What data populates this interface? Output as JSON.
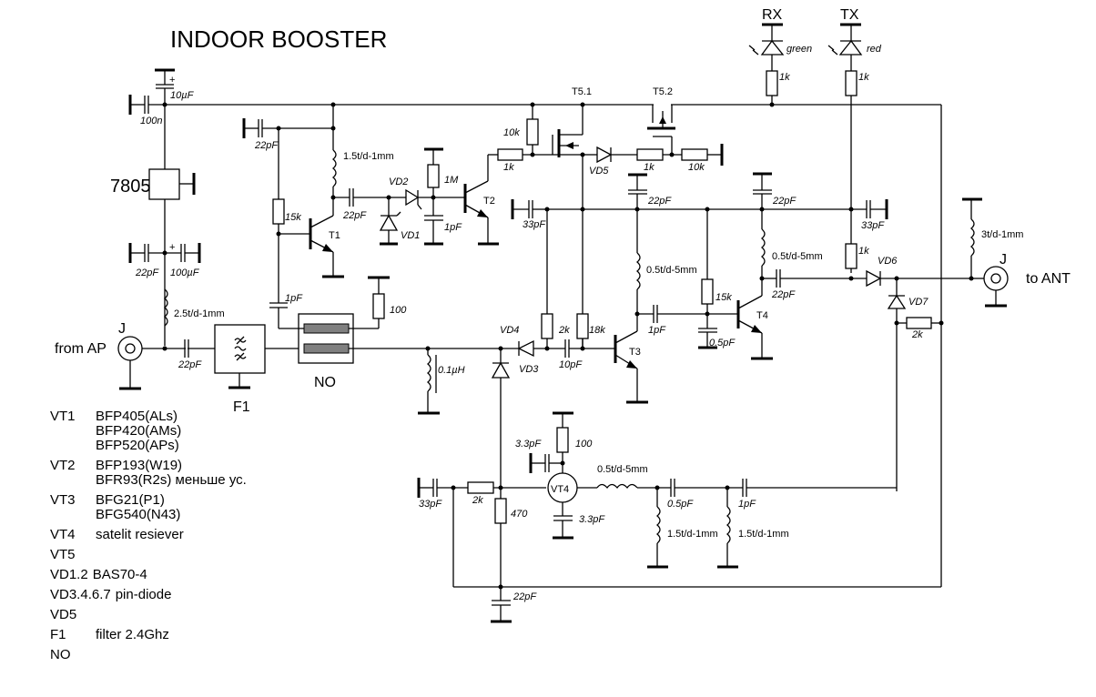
{
  "title": "INDOOR BOOSTER",
  "ports": {
    "input": {
      "connector": "J",
      "label": "from AP"
    },
    "output": {
      "connector": "J",
      "label": "to ANT"
    }
  },
  "indicators": [
    {
      "name": "RX",
      "color_label": "green",
      "resistor": "1k"
    },
    {
      "name": "TX",
      "color_label": "red",
      "resistor": "1k"
    }
  ],
  "components": {
    "regulator": "7805",
    "c_10u": "10µF",
    "c_100n": "100n",
    "c_22p_reg": "22pF",
    "c_100u": "100µF",
    "l_in": "2.5t/d-1mm",
    "c_in": "22pF",
    "filter": "F1",
    "coupler": "NO",
    "c_1p_coupler": "1pF",
    "r_100_coupler": "100",
    "l_01u": "0.1µH",
    "t1": "T1",
    "r_15k_t1": "15k",
    "c_22p_t1": "22pF",
    "l_t1": "1.5t/d-1mm",
    "c_22p_t1out": "22pF",
    "vd1": "VD1",
    "vd2": "VD2",
    "r_1m": "1M",
    "c_1p_t2": "1pF",
    "t2": "T2",
    "r_1k_t2": "1k",
    "r_10k_t5": "10k",
    "t51": "T5.1",
    "t52": "T5.2",
    "vd5": "VD5",
    "r_1k_vd5": "1k",
    "r_10k_gnd": "10k",
    "c_22p_rail1": "22pF",
    "c_22p_rail2": "22pF",
    "c_33p_left": "33pF",
    "c_33p_right": "33pF",
    "r_2k_t3": "2k",
    "r_18k": "18k",
    "c_10p": "10pF",
    "vd3": "VD3",
    "vd4": "VD4",
    "t3": "T3",
    "l_t3": "0.5t/d-5mm",
    "c_1p_t3": "1pF",
    "r_15k_t4": "15k",
    "c_05p_t4": "0.5pF",
    "t4": "T4",
    "l_t4": "0.5t/d-5mm",
    "c_22p_t4out": "22pF",
    "r_1k_vd6": "1k",
    "vd6": "VD6",
    "vd7": "VD7",
    "r_2k_vd7": "2k",
    "l_ant": "3t/d-1mm",
    "vt4": "VT4",
    "c_33p_vt4": "33pF",
    "r_2k_vt4": "2k",
    "r_470": "470",
    "c_22p_bottom": "22pF",
    "c_33p_vt4top": "3.3pF",
    "r_100_vt4": "100",
    "c_33p_vt4bot": "3.3pF",
    "l_vt4": "0.5t/d-5mm",
    "c_05p_vt4": "0.5pF",
    "c_1p_vt4": "1pF",
    "l_vt4_a": "1.5t/d-1mm",
    "l_vt4_b": "1.5t/d-1mm"
  },
  "parts_list": [
    {
      "ref": "VT1",
      "values": [
        "BFP405(ALs)",
        "BFP420(AMs)",
        "BFP520(APs)"
      ]
    },
    {
      "ref": "VT2",
      "values": [
        "BFP193(W19)",
        "BFR93(R2s) меньше ус."
      ]
    },
    {
      "ref": "VT3",
      "values": [
        "BFG21(P1)",
        "BFG540(N43)"
      ]
    },
    {
      "ref": "VT4",
      "values": [
        "satelit resiever"
      ]
    },
    {
      "ref": "VT5",
      "values": [
        ""
      ]
    },
    {
      "ref": "VD1.2",
      "values": [
        "BAS70-4"
      ],
      "single": true
    },
    {
      "ref": "VD3.4.6.7",
      "values": [
        "pin-diode"
      ],
      "single": true
    },
    {
      "ref": "VD5",
      "values": [
        ""
      ]
    },
    {
      "ref": "F1",
      "values": [
        "filter 2.4Ghz"
      ]
    },
    {
      "ref": "NO",
      "values": [
        ""
      ]
    }
  ]
}
